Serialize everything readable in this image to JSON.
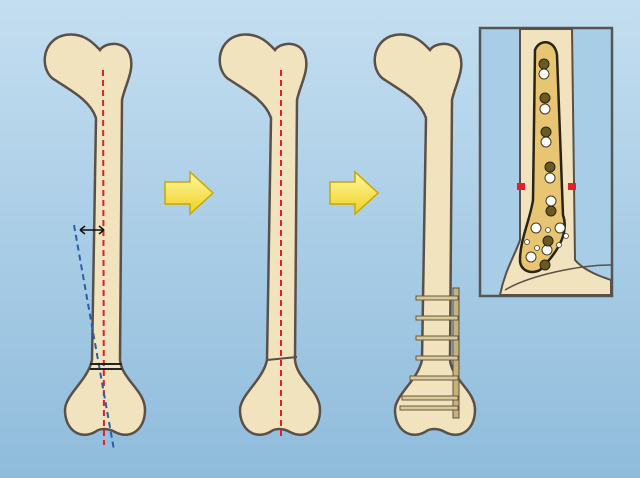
{
  "title": "",
  "colors": {
    "background_top": "#c4def0",
    "background_bottom": "#8fbcdc",
    "bone": "#f2e3bf",
    "outline": "#5a5048",
    "axis_red": "#e0202a",
    "axis_blue": "#2a5ea8",
    "arrow": "#f7e23a",
    "plate": "#e8c572",
    "osteotomy": "#e0202a"
  },
  "panels": [
    "deformed-femur",
    "osteotomy-corrected-femur",
    "plated-femur",
    "plate-detail-inset"
  ]
}
